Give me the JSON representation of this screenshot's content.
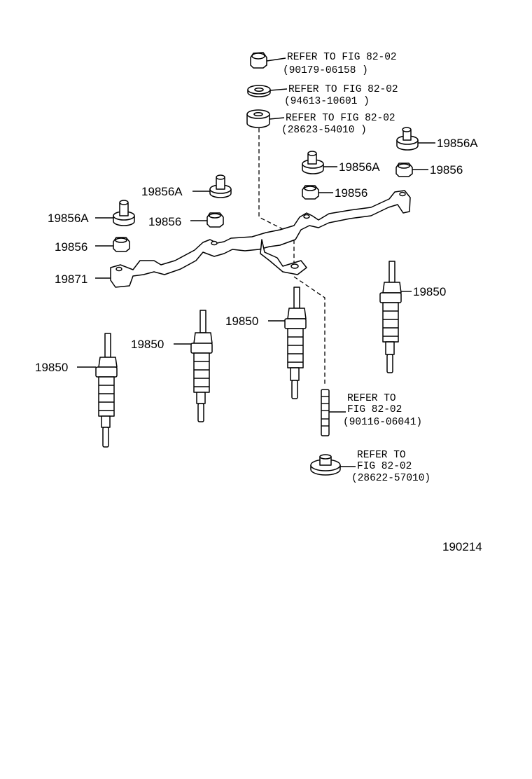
{
  "labels": {
    "nut_top_ref": "REFER TO FIG 82-02",
    "nut_top_no": "(90179-06158 )",
    "washer_ref": "REFER TO FIG 82-02",
    "washer_no": "(94613-10601 )",
    "insulator_ref": "REFER TO FIG 82-02",
    "insulator_no": "(28623-54010 )",
    "p19856A_right": "19856A",
    "p19856A_mid": "19856A",
    "p19856_right": "19856",
    "p19856_mid": "19856",
    "p19856A_leftmid": "19856A",
    "p19856_leftmid": "19856",
    "p19856A_left": "19856A",
    "p19856_left": "19856",
    "p19871": "19871",
    "p19850_right": "19850",
    "p19850_mid": "19850",
    "p19850_leftmid": "19850",
    "p19850_left": "19850",
    "stud_ref1": "REFER TO",
    "stud_ref2": "FIG 82-02",
    "stud_no": "(90116-06041)",
    "base_ref1": "REFER TO",
    "base_ref2": "FIG 82-02",
    "base_no": "(28622-57010)",
    "figure_code": "190214"
  }
}
